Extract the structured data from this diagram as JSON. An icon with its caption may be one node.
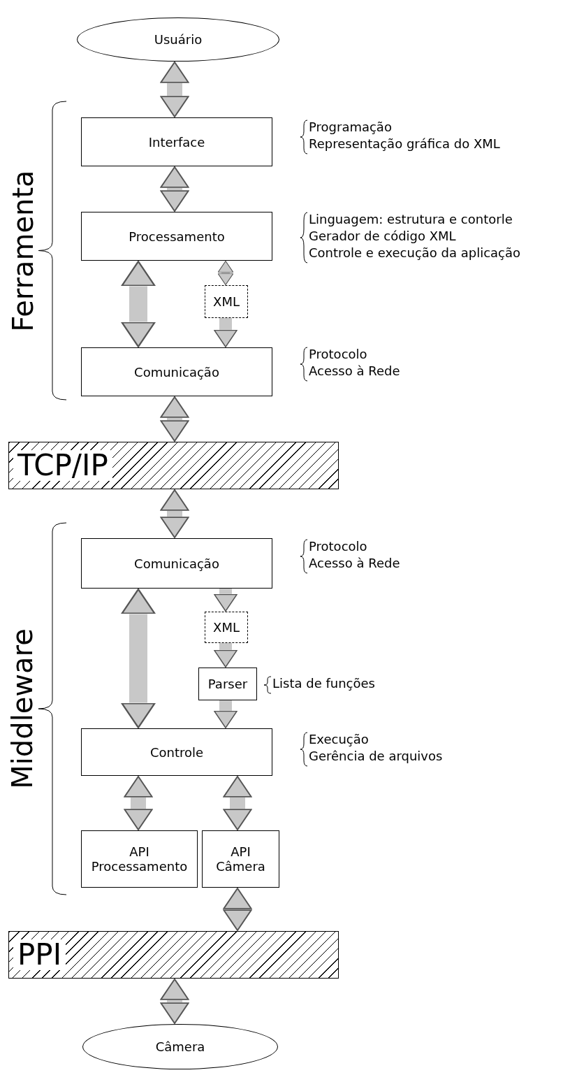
{
  "diagram": {
    "nodes": [
      {
        "text": [
          "Usuário"
        ]
      },
      {
        "text": [
          "Interface"
        ],
        "beside": [
          "Programação",
          "Representação gráfica do XML"
        ]
      },
      {
        "text": [
          "Processamento"
        ],
        "beside": [
          "Linguagem: estrutura e contorle",
          "Gerador de código XML",
          "Controle e execução da aplicação"
        ]
      },
      {
        "text": [
          "XML"
        ]
      },
      {
        "text": [
          "Comunicação"
        ],
        "beside": [
          "Protocolo",
          "Acesso à Rede"
        ]
      },
      {
        "text": [
          "TCP/IP"
        ]
      },
      {
        "text": [
          "Comunicação"
        ],
        "beside": [
          "Protocolo",
          "Acesso à Rede"
        ]
      },
      {
        "text": [
          "XML"
        ]
      },
      {
        "text": [
          "Parser"
        ],
        "beside": [
          "Lista de funções"
        ]
      },
      {
        "text": [
          "Controle"
        ],
        "beside": [
          "Execução",
          "Gerência de arquivos"
        ]
      },
      {
        "text": [
          "API Processamento"
        ]
      },
      {
        "text": [
          "API Câmera"
        ]
      },
      {
        "text": [
          "PPI"
        ]
      },
      {
        "text": [
          "Câmera"
        ]
      }
    ],
    "edges": [
      {
        "from": 0,
        "to": 1,
        "arrow": "both"
      },
      {
        "from": 1,
        "to": 2,
        "arrow": "both"
      },
      {
        "from": 2,
        "to": 4,
        "arrow": "both"
      },
      {
        "from": 2,
        "to": 3,
        "arrow": "both"
      },
      {
        "from": 3,
        "to": 4,
        "arrow": "to"
      },
      {
        "from": 4,
        "to": 5,
        "arrow": "both"
      },
      {
        "from": 5,
        "to": 6,
        "arrow": "both"
      },
      {
        "from": 6,
        "to": 9,
        "arrow": "both"
      },
      {
        "from": 6,
        "to": 7,
        "arrow": "to"
      },
      {
        "from": 7,
        "to": 8,
        "arrow": "to"
      },
      {
        "from": 8,
        "to": 9,
        "arrow": "to"
      },
      {
        "from": 9,
        "to": 10,
        "arrow": "both"
      },
      {
        "from": 9,
        "to": 11,
        "arrow": "both"
      },
      {
        "from": 11,
        "to": 12,
        "arrow": "both"
      },
      {
        "from": 12,
        "to": 13,
        "arrow": "both"
      }
    ],
    "labels": [
      "Ferramenta",
      "Middleware"
    ]
  }
}
